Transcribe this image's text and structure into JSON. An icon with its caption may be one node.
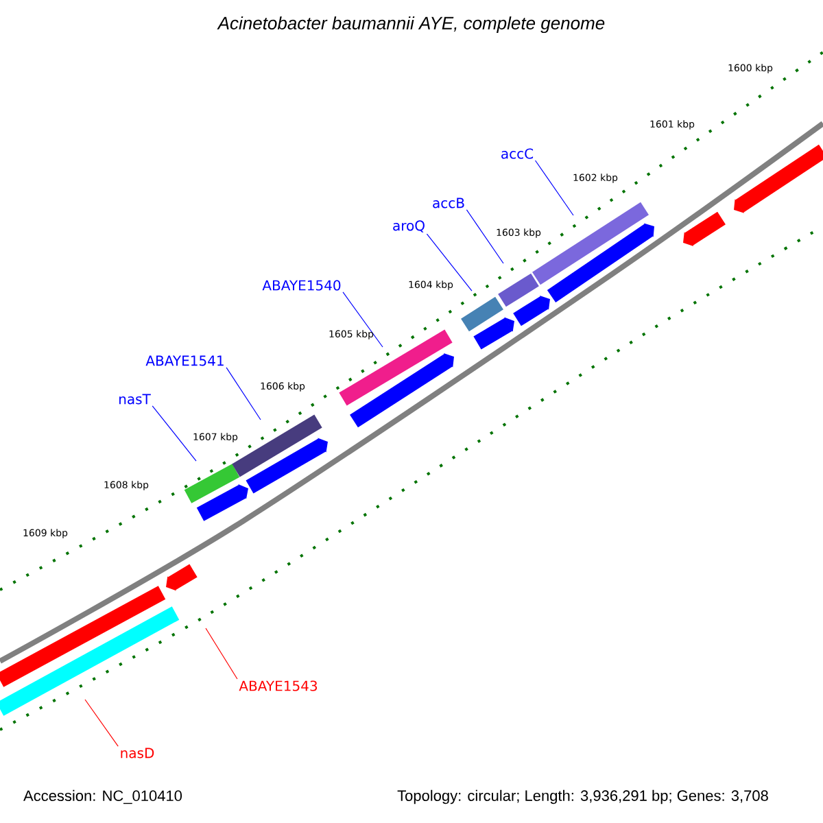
{
  "diagram": {
    "title": "*Acinetobacter baumannii* AYE, complete genome",
    "nodes": [
      {
        "text": [
          "accC"
        ]
      },
      {
        "text": [
          "accB"
        ]
      },
      {
        "text": [
          "aroQ"
        ]
      },
      {
        "text": [
          "ABAYE1540"
        ]
      },
      {
        "text": [
          "ABAYE1541"
        ]
      },
      {
        "text": [
          "nasT"
        ]
      },
      {
        "text": [
          "ABAYE1543"
        ]
      },
      {
        "text": [
          "nasD"
        ]
      }
    ],
    "edges": [
      {
        "from": 0,
        "to": null,
        "arrow": "none"
      },
      {
        "from": 1,
        "to": null,
        "arrow": "none"
      },
      {
        "from": 2,
        "to": null,
        "arrow": "none"
      },
      {
        "from": 3,
        "to": null,
        "arrow": "none"
      },
      {
        "from": 4,
        "to": null,
        "arrow": "none"
      },
      {
        "from": 5,
        "to": null,
        "arrow": "none"
      },
      {
        "from": 6,
        "to": null,
        "arrow": "none",
        "color": "#ff0000"
      },
      {
        "from": 7,
        "to": null,
        "arrow": "none",
        "color": "#ff0000"
      }
    ],
    "labels": [
      "1600 kbp",
      "1601 kbp",
      "1602 kbp",
      "1603 kbp",
      "1604 kbp",
      "1605 kbp",
      "1606 kbp",
      "1607 kbp",
      "1608 kbp",
      "1609 kbp",
      "Accession: NC_010410",
      "Topology: circular; Length: 3,936,291 bp; Genes: 3,708"
    ]
  }
}
